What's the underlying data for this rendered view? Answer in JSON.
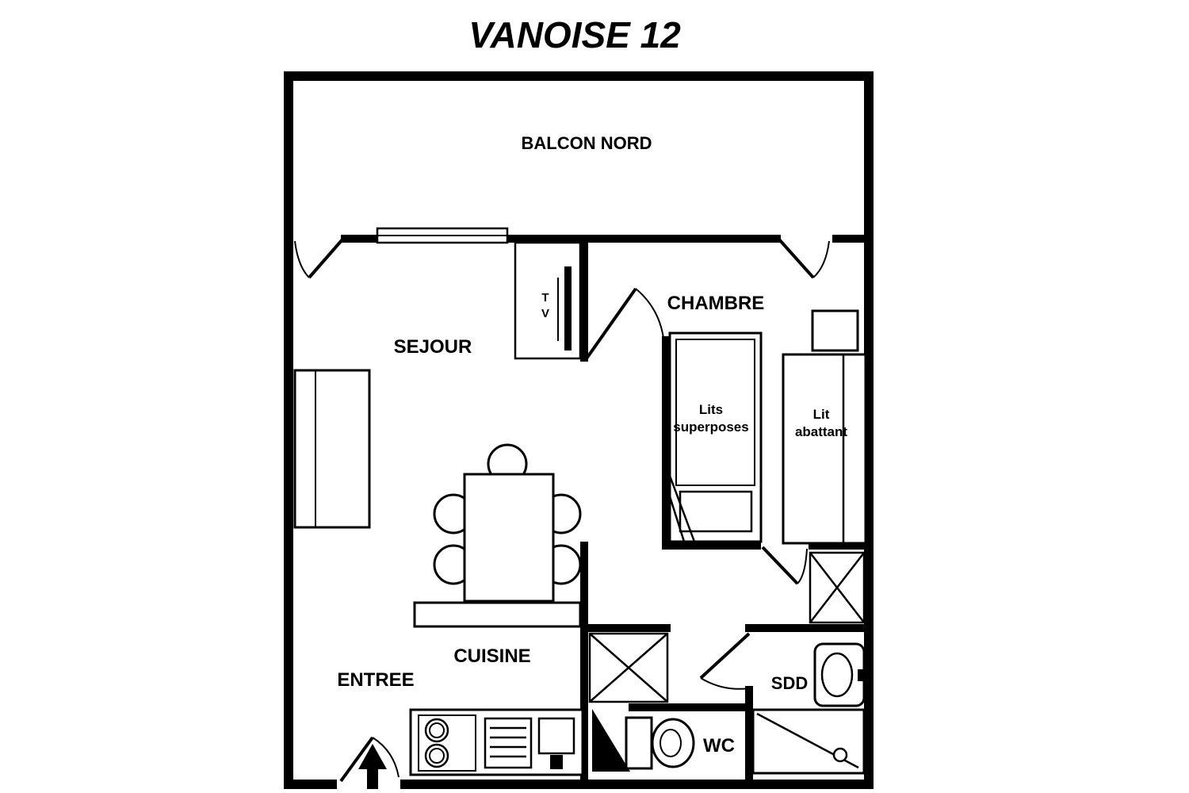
{
  "title": "VANOISE 12",
  "rooms": {
    "balcon": "BALCON NORD",
    "sejour": "SEJOUR",
    "chambre": "CHAMBRE",
    "cuisine": "CUISINE",
    "entree": "ENTREE",
    "wc": "WC",
    "sdd": "SDD"
  },
  "furniture": {
    "tv_line1": "T",
    "tv_line2": "V",
    "bunk_line1": "Lits",
    "bunk_line2": "superposes",
    "fold_line1": "Lit",
    "fold_line2": "abattant"
  },
  "colors": {
    "walls": "#000000",
    "background": "#ffffff",
    "text": "#000000"
  }
}
